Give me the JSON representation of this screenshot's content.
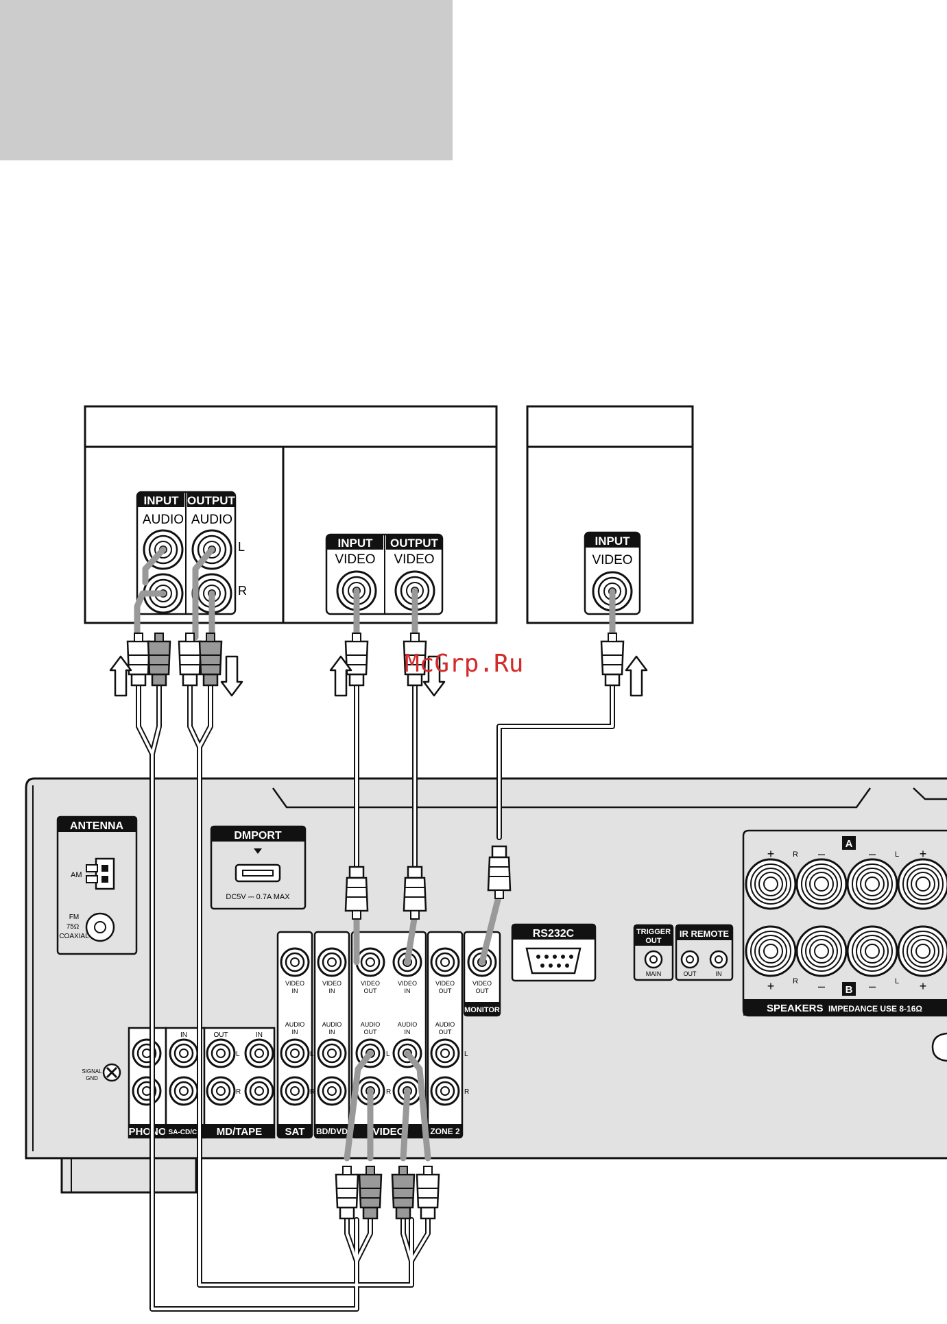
{
  "watermark": "McGrp.Ru",
  "deck": {
    "input_bar": "INPUT",
    "output_bar": "OUTPUT",
    "audio_label": "AUDIO",
    "left_label": "L",
    "right_label": "R",
    "video_label": "VIDEO"
  },
  "tv": {
    "input_bar": "INPUT",
    "video_label": "VIDEO"
  },
  "receiver": {
    "antenna": "ANTENNA",
    "am": "AM",
    "fm_lines": [
      "FM",
      "75Ω",
      "COAXIAL"
    ],
    "dmport": "DMPORT",
    "dmport_spec": "DC5V ⎓ 0.7A MAX",
    "rs232c": "RS232C",
    "trigger_out": [
      "TRIGGER",
      "OUT"
    ],
    "trigger_main": "MAIN",
    "ir_remote": "IR REMOTE",
    "ir_out": "OUT",
    "ir_in": "IN",
    "speakers_a": "A",
    "speakers_b": "B",
    "speakers": "SPEAKERS",
    "impedance": "IMPEDANCE USE 8-16Ω",
    "signal_gnd": [
      "SIGNAL",
      "GND"
    ],
    "plus": "+",
    "minus": "–",
    "phono": "PHONO",
    "sacd": "SA-CD/CD",
    "mdtape": "MD/TAPE",
    "sat": "SAT",
    "bddvd": "BD/DVD",
    "video": "VIDEO",
    "zone2": "ZONE 2",
    "monitor": "MONITOR",
    "in_label": "IN",
    "out_label": "OUT",
    "video_in": [
      "VIDEO",
      "IN"
    ],
    "video_out": [
      "VIDEO",
      "OUT"
    ],
    "audio_in": [
      "AUDIO",
      "IN"
    ],
    "audio_out": [
      "AUDIO",
      "OUT"
    ],
    "l": "L",
    "r": "R"
  },
  "colors": {
    "header_gray": "#cccccc",
    "panel": "#e2e2e2",
    "ink": "#111111",
    "cable_gray": "#9a9a9a",
    "watermark": "#d42a2a"
  }
}
